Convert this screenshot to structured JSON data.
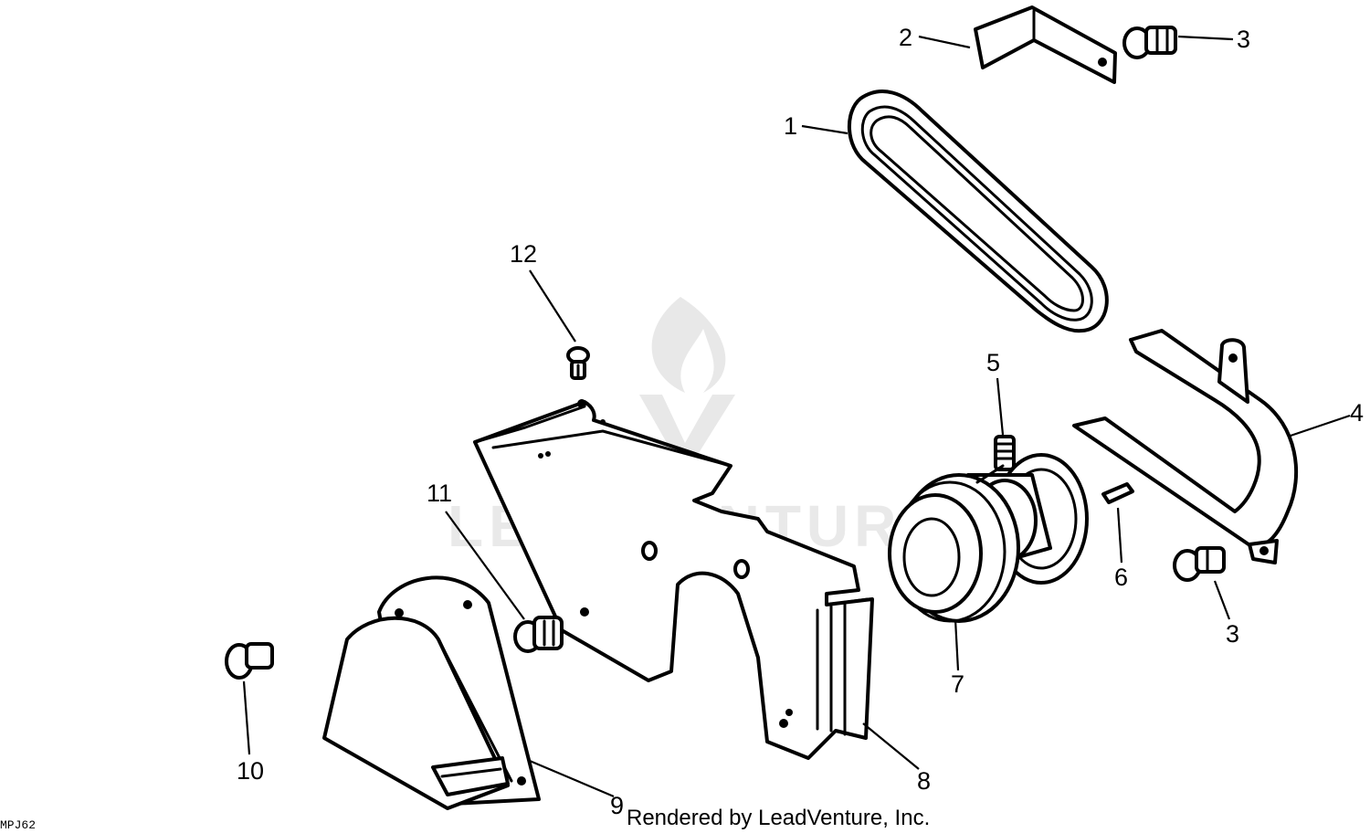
{
  "diagram": {
    "callouts": [
      "1",
      "2",
      "3",
      "3",
      "4",
      "5",
      "6",
      "7",
      "8",
      "9",
      "10",
      "11",
      "12"
    ],
    "watermark": "LEADVENTURE",
    "credit": "Rendered by LeadVenture, Inc.",
    "figure_code": "MPJ62"
  }
}
